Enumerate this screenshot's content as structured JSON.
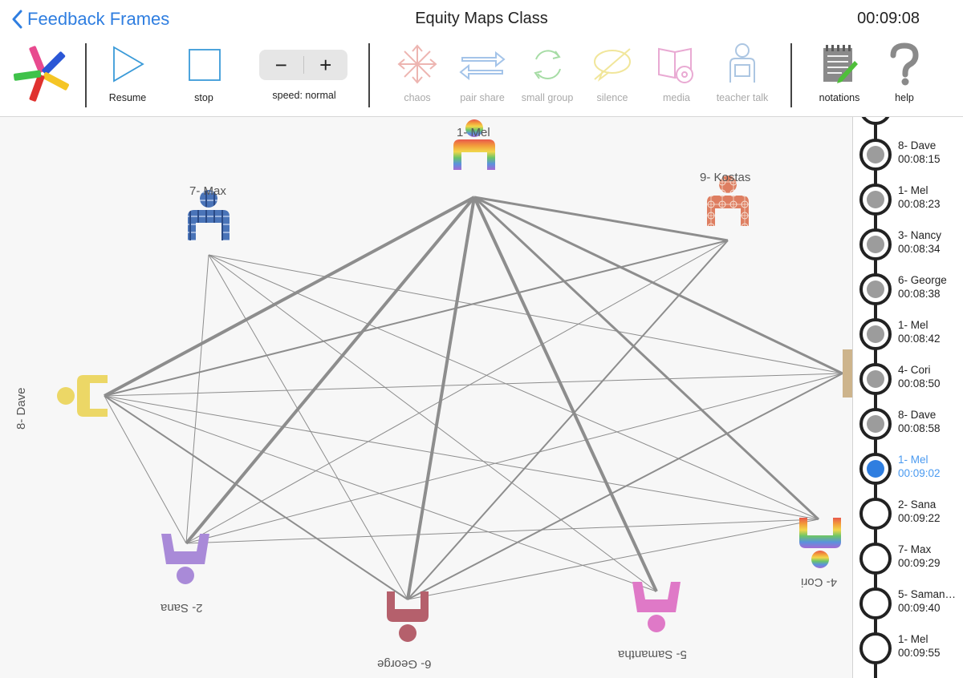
{
  "header": {
    "back_label": "Feedback Frames",
    "title": "Equity Maps Class",
    "timer": "00:09:08"
  },
  "toolbar": {
    "resume": "Resume",
    "stop": "stop",
    "speed_minus": "−",
    "speed_plus": "+",
    "speed_label": "speed: normal",
    "chaos": "chaos",
    "pair_share": "pair share",
    "small_group": "small group",
    "silence": "silence",
    "media": "media",
    "teacher_talk": "teacher talk",
    "notations": "notations",
    "help": "help"
  },
  "participants": [
    {
      "id": "mel",
      "label": "1- Mel",
      "color": "#e8584b",
      "pattern": "rainbow"
    },
    {
      "id": "kostas",
      "label": "9- Kostas",
      "color": "#de8a6e",
      "pattern": "floral"
    },
    {
      "id": "max",
      "label": "7- Max",
      "color": "#4a74b8",
      "pattern": "plaid"
    },
    {
      "id": "dave",
      "label": "8- Dave",
      "color": "#ecd766",
      "pattern": "solid"
    },
    {
      "id": "sana",
      "label": "2- Sana",
      "color": "#a98ad8",
      "pattern": "solid"
    },
    {
      "id": "george",
      "label": "6- George",
      "color": "#b5606c",
      "pattern": "solid"
    },
    {
      "id": "samantha",
      "label": "5- Samantha",
      "color": "#df79c7",
      "pattern": "solid"
    },
    {
      "id": "cori",
      "label": "4- Cori",
      "color": "#e8584b",
      "pattern": "rainbow"
    },
    {
      "id": "offscreen",
      "label": "",
      "color": "#cdb48c",
      "pattern": "solid"
    }
  ],
  "connections": [
    [
      "mel",
      "dave",
      4
    ],
    [
      "mel",
      "sana",
      4
    ],
    [
      "mel",
      "george",
      4
    ],
    [
      "mel",
      "samantha",
      4
    ],
    [
      "mel",
      "cori",
      3
    ],
    [
      "mel",
      "offscreen",
      3
    ],
    [
      "mel",
      "kostas",
      3
    ],
    [
      "kostas",
      "dave",
      2
    ],
    [
      "kostas",
      "george",
      2
    ],
    [
      "kostas",
      "sana",
      1
    ],
    [
      "max",
      "george",
      1
    ],
    [
      "max",
      "samantha",
      1
    ],
    [
      "max",
      "cori",
      1
    ],
    [
      "max",
      "offscreen",
      1
    ],
    [
      "max",
      "sana",
      1
    ],
    [
      "dave",
      "george",
      2
    ],
    [
      "dave",
      "samantha",
      1
    ],
    [
      "dave",
      "cori",
      1
    ],
    [
      "dave",
      "offscreen",
      1
    ],
    [
      "dave",
      "sana",
      1
    ],
    [
      "sana",
      "cori",
      1
    ],
    [
      "sana",
      "offscreen",
      1
    ],
    [
      "george",
      "offscreen",
      2
    ],
    [
      "george",
      "cori",
      1
    ]
  ],
  "timeline": [
    {
      "name": "8- Dave",
      "time": "00:08:15",
      "state": "done"
    },
    {
      "name": "1- Mel",
      "time": "00:08:23",
      "state": "done"
    },
    {
      "name": "3- Nancy",
      "time": "00:08:34",
      "state": "done"
    },
    {
      "name": "6- George",
      "time": "00:08:38",
      "state": "done"
    },
    {
      "name": "1- Mel",
      "time": "00:08:42",
      "state": "done"
    },
    {
      "name": "4- Cori",
      "time": "00:08:50",
      "state": "done"
    },
    {
      "name": "8- Dave",
      "time": "00:08:58",
      "state": "done"
    },
    {
      "name": "1- Mel",
      "time": "00:09:02",
      "state": "current"
    },
    {
      "name": "2- Sana",
      "time": "00:09:22",
      "state": "upcoming"
    },
    {
      "name": "7- Max",
      "time": "00:09:29",
      "state": "upcoming"
    },
    {
      "name": "5- Saman…",
      "time": "00:09:40",
      "state": "upcoming"
    },
    {
      "name": "1- Mel",
      "time": "00:09:55",
      "state": "upcoming"
    }
  ]
}
